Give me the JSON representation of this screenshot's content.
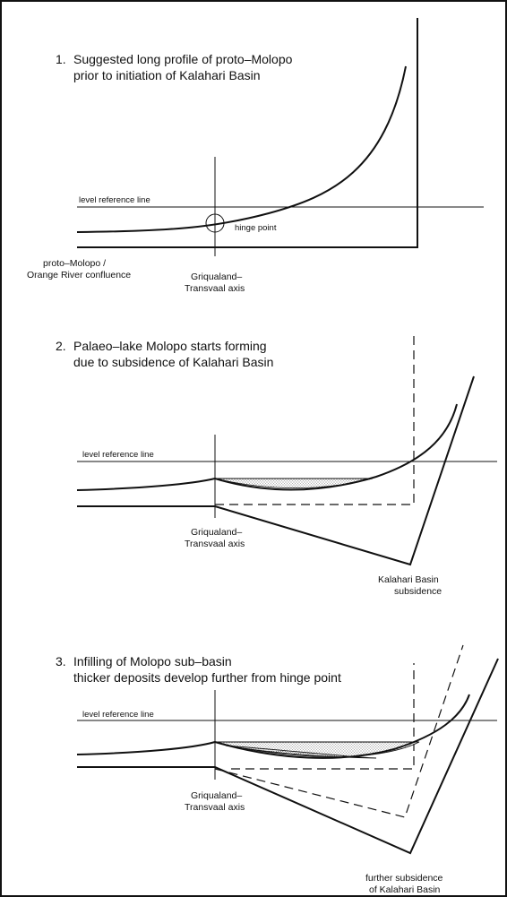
{
  "panels": [
    {
      "number": "1.",
      "title_lines": [
        "Suggested long profile of proto–Molopo",
        "prior to initiation of Kalahari Basin"
      ],
      "level_label": "level reference line",
      "hinge_label": "hinge point",
      "left_label_lines": [
        "proto–Molopo /",
        "Orange River confluence"
      ],
      "axis_label_lines": [
        "Griqualand–",
        "Transvaal axis"
      ]
    },
    {
      "number": "2.",
      "title_lines": [
        "Palaeo–lake Molopo  starts forming",
        "due to subsidence of Kalahari Basin"
      ],
      "level_label": "level reference line",
      "axis_label_lines": [
        "Griqualand–",
        "Transvaal axis"
      ],
      "basin_label_lines": [
        "Kalahari Basin",
        "subsidence"
      ]
    },
    {
      "number": "3.",
      "title_lines": [
        "Infilling of Molopo sub–basin",
        "thicker deposits develop further  from hinge point"
      ],
      "level_label": "level reference line",
      "axis_label_lines": [
        "Griqualand–",
        "Transvaal axis"
      ],
      "basin_label_lines": [
        "further subsidence",
        "of Kalahari Basin"
      ]
    }
  ],
  "colors": {
    "ink": "#111111",
    "background": "#ffffff",
    "stipple": "#555555"
  }
}
